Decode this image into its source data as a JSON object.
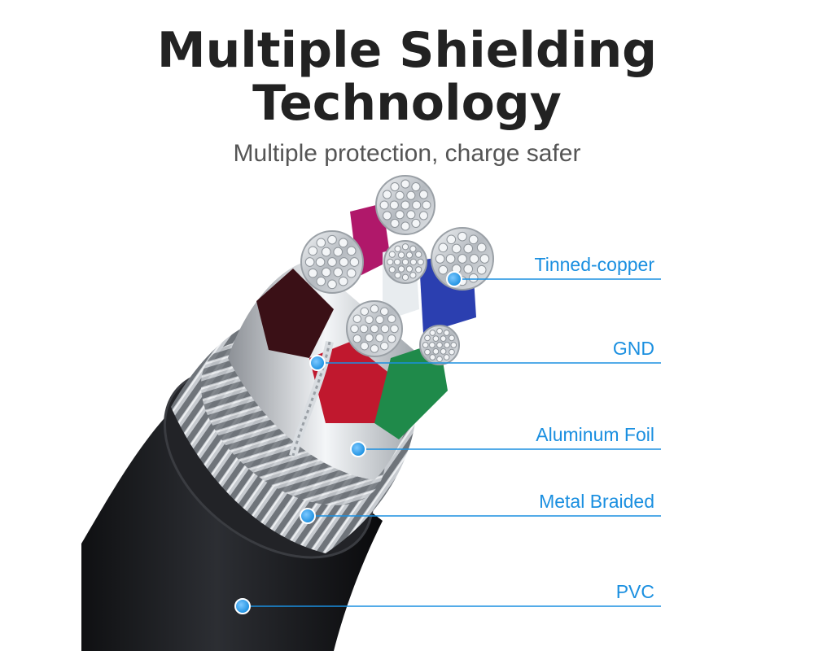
{
  "header": {
    "title_line1": "Multiple Shielding",
    "title_line2": "Technology",
    "subtitle": "Multiple protection, charge safer"
  },
  "layers": [
    {
      "name": "tinned-copper",
      "label": "Tinned-copper"
    },
    {
      "name": "gnd",
      "label": "GND"
    },
    {
      "name": "aluminum-foil",
      "label": "Aluminum Foil"
    },
    {
      "name": "metal-braided",
      "label": "Metal Braided"
    },
    {
      "name": "pvc",
      "label": "PVC"
    }
  ],
  "colors": {
    "accent": "#1a8fe0",
    "title": "#222222",
    "subtitle": "#555555",
    "jacket": "#1c1d20",
    "wire_red": "#c0182e",
    "wire_green": "#1f8a4a",
    "wire_blue": "#2b3fb0",
    "wire_magenta": "#b0186a",
    "wire_white": "#e8ecef",
    "copper": "#c9cdd2"
  }
}
